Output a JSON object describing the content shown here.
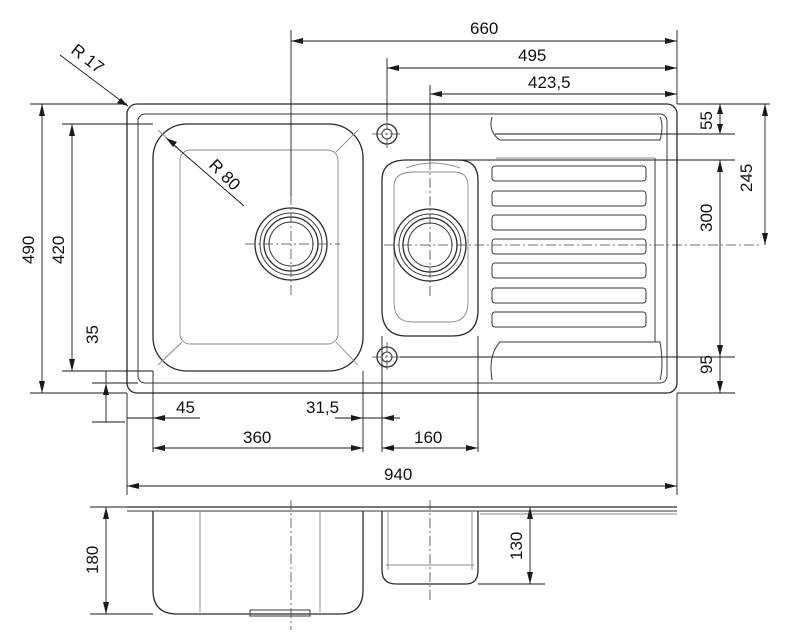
{
  "dimensions": {
    "total_width_660": "660",
    "width_495": "495",
    "width_423_5": "423,5",
    "radius_17": "R  17",
    "radius_80": "R  80",
    "offset_55": "55",
    "depth_245": "245",
    "depth_300": "300",
    "offset_95": "95",
    "height_490": "490",
    "height_420": "420",
    "offset_35": "35",
    "offset_45": "45",
    "offset_31_5": "31,5",
    "bowl_360": "360",
    "bowl_160": "160",
    "overall_940": "940",
    "depth_180": "180",
    "depth_130": "130"
  },
  "colors": {
    "line": "#2a2a2a",
    "light_line": "#8a8a8a",
    "background": "#ffffff"
  }
}
